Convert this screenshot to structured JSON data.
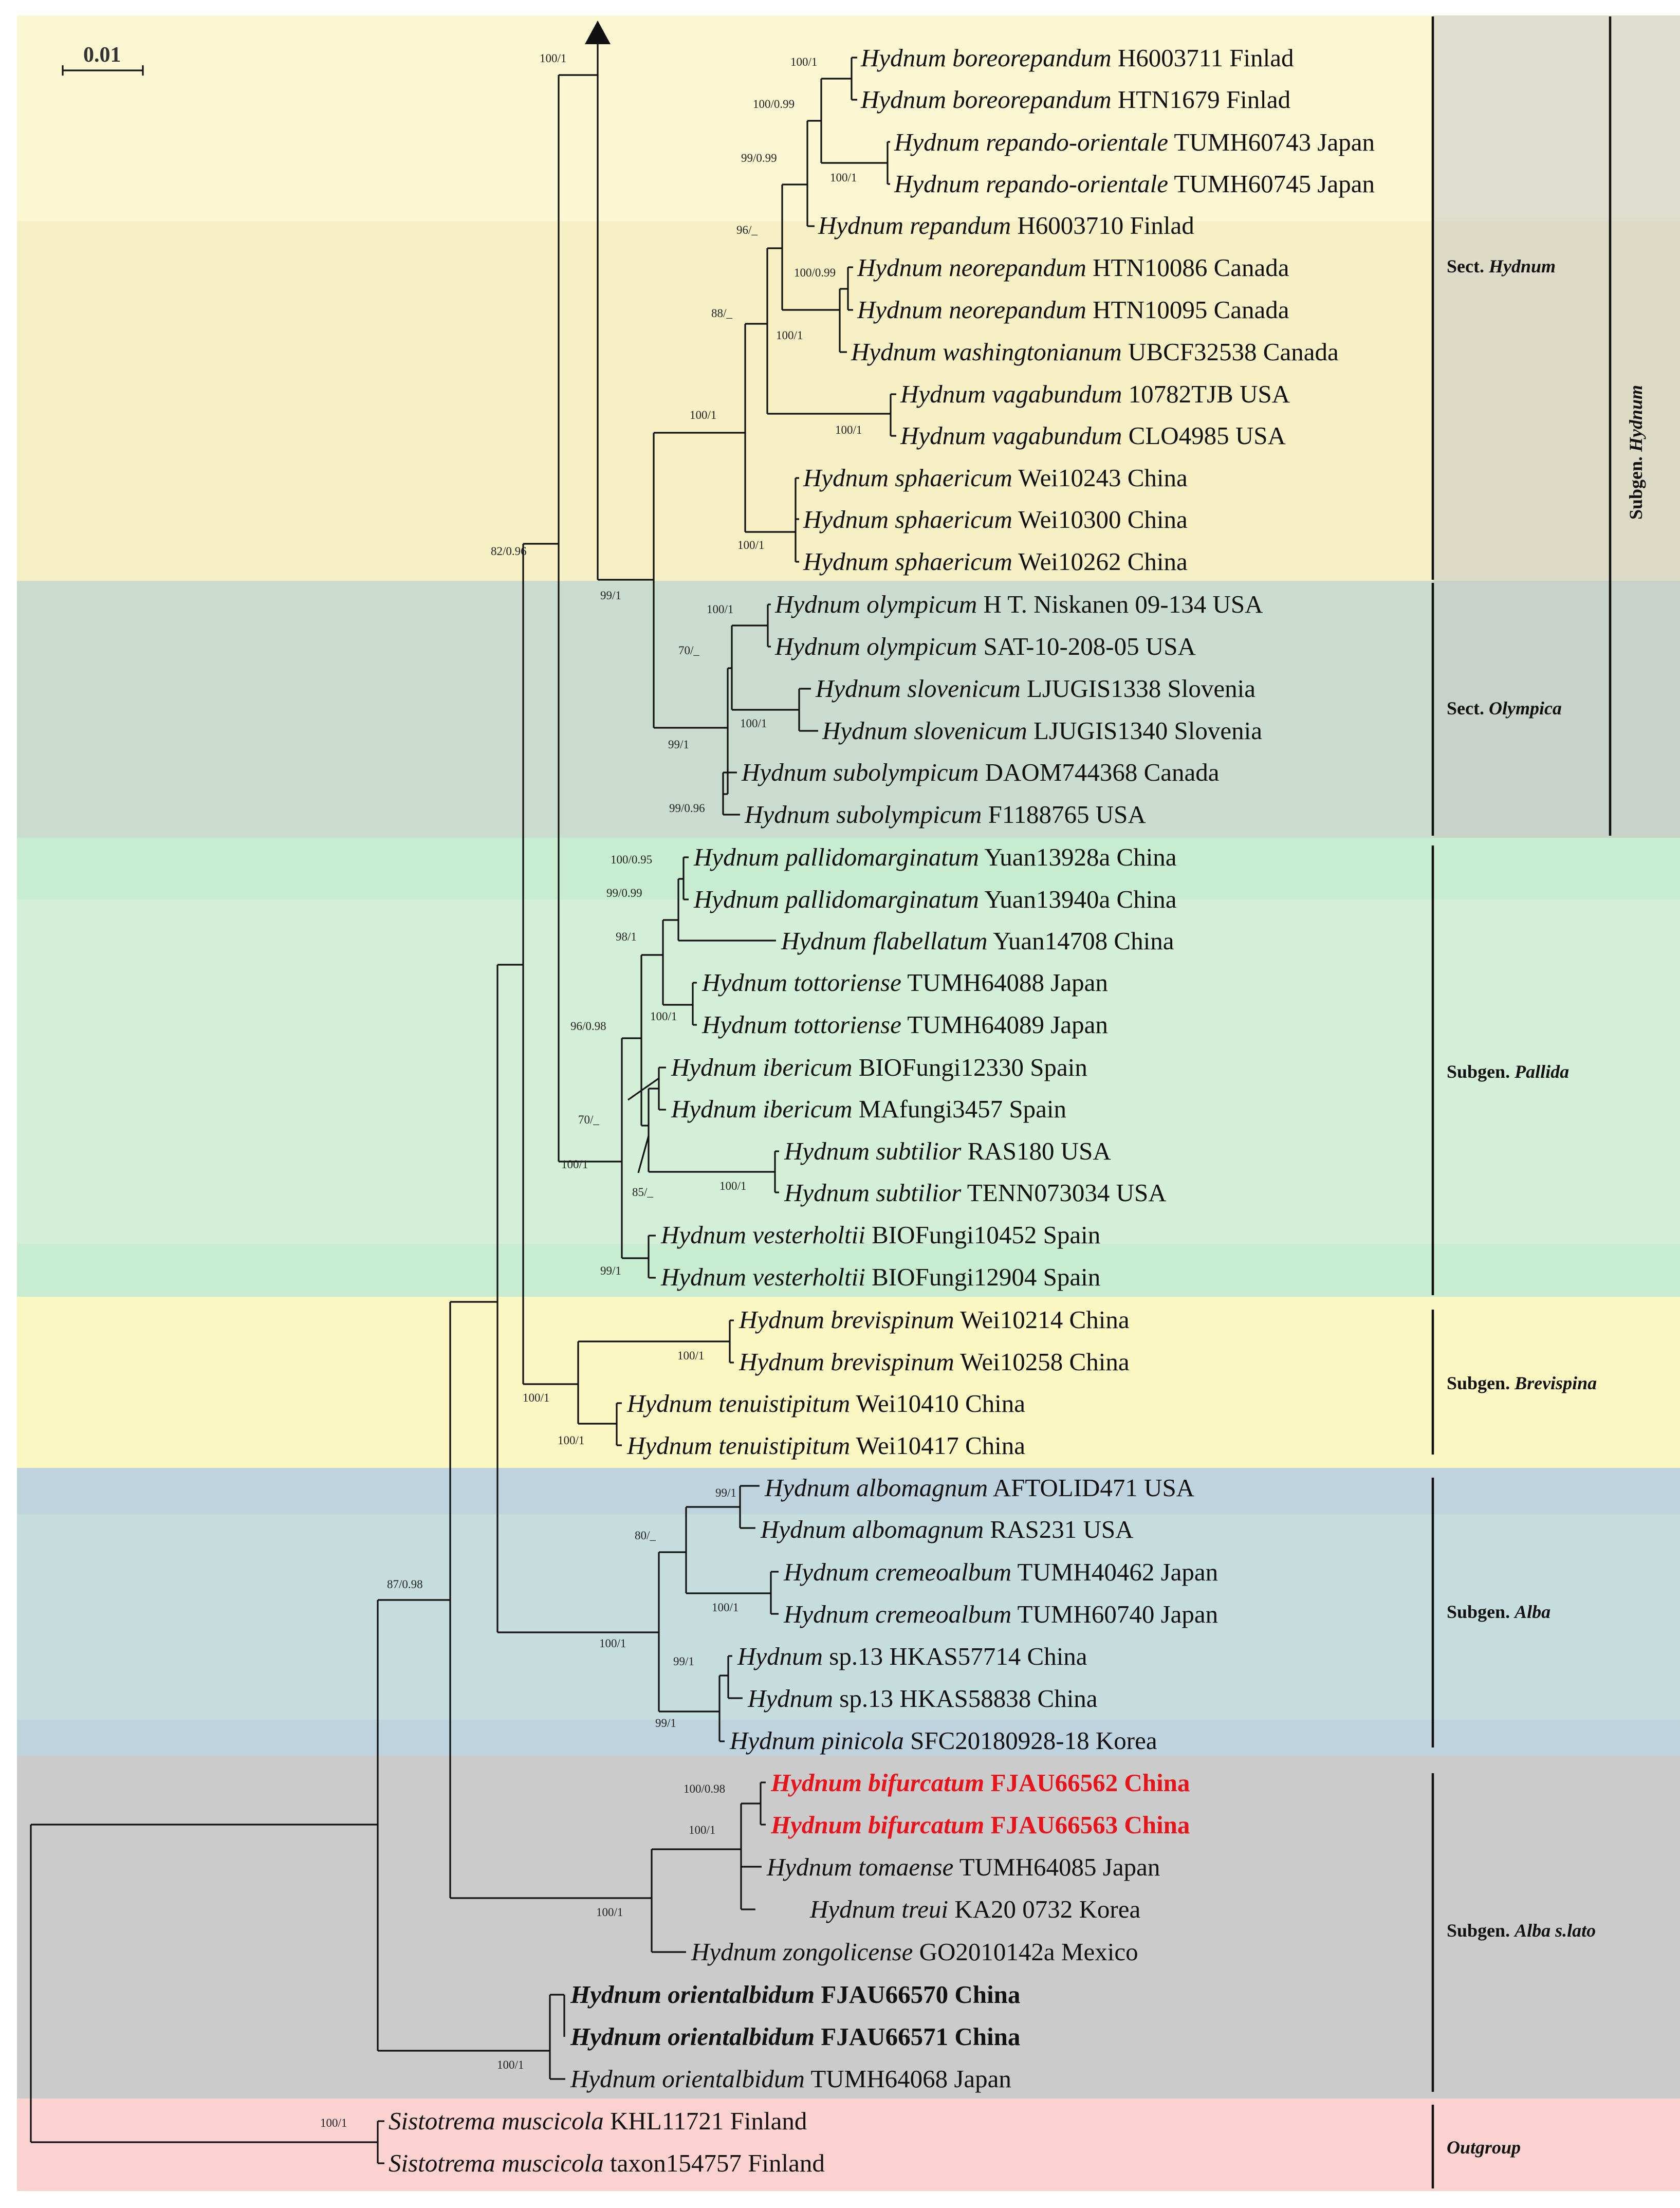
{
  "scale_bar": {
    "label": "0.01"
  },
  "taxa": [
    {
      "id": "t1",
      "genus": "Hydnum",
      "epithet": "boreorepandum",
      "voucher": "H6003711 Finlad"
    },
    {
      "id": "t2",
      "genus": "Hydnum",
      "epithet": "boreorepandum",
      "voucher": "HTN1679 Finlad"
    },
    {
      "id": "t3",
      "genus": "Hydnum",
      "epithet": "repando-orientale",
      "voucher": "TUMH60743 Japan"
    },
    {
      "id": "t4",
      "genus": "Hydnum",
      "epithet": "repando-orientale",
      "voucher": "TUMH60745 Japan"
    },
    {
      "id": "t5",
      "genus": "Hydnum",
      "epithet": "repandum",
      "voucher": "H6003710 Finlad"
    },
    {
      "id": "t6",
      "genus": "Hydnum",
      "epithet": "neorepandum",
      "voucher": "HTN10086 Canada"
    },
    {
      "id": "t7",
      "genus": "Hydnum",
      "epithet": "neorepandum",
      "voucher": "HTN10095 Canada"
    },
    {
      "id": "t8",
      "genus": "Hydnum",
      "epithet": "washingtonianum",
      "voucher": "UBCF32538 Canada"
    },
    {
      "id": "t9",
      "genus": "Hydnum",
      "epithet": "vagabundum",
      "voucher": "10782TJB USA"
    },
    {
      "id": "t10",
      "genus": "Hydnum",
      "epithet": "vagabundum",
      "voucher": "CLO4985 USA"
    },
    {
      "id": "t11",
      "genus": "Hydnum",
      "epithet": "sphaericum",
      "voucher": "Wei10243 China"
    },
    {
      "id": "t12",
      "genus": "Hydnum",
      "epithet": "sphaericum",
      "voucher": "Wei10300 China"
    },
    {
      "id": "t13",
      "genus": "Hydnum",
      "epithet": "sphaericum",
      "voucher": "Wei10262 China"
    },
    {
      "id": "t14",
      "genus": "Hydnum",
      "epithet": "olympicum",
      "voucher": "H T. Niskanen 09-134 USA"
    },
    {
      "id": "t15",
      "genus": "Hydnum",
      "epithet": "olympicum",
      "voucher": "SAT-10-208-05 USA"
    },
    {
      "id": "t16",
      "genus": "Hydnum",
      "epithet": "slovenicum",
      "voucher": "LJUGIS1338 Slovenia"
    },
    {
      "id": "t17",
      "genus": "Hydnum",
      "epithet": "slovenicum",
      "voucher": "LJUGIS1340 Slovenia"
    },
    {
      "id": "t18",
      "genus": "Hydnum",
      "epithet": "subolympicum",
      "voucher": "DAOM744368 Canada"
    },
    {
      "id": "t19",
      "genus": "Hydnum",
      "epithet": "subolympicum",
      "voucher": "F1188765 USA"
    },
    {
      "id": "t20",
      "genus": "Hydnum",
      "epithet": "pallidomarginatum",
      "voucher": "Yuan13928a China"
    },
    {
      "id": "t21",
      "genus": "Hydnum",
      "epithet": "pallidomarginatum",
      "voucher": "Yuan13940a China"
    },
    {
      "id": "t22",
      "genus": "Hydnum",
      "epithet": "flabellatum",
      "voucher": "Yuan14708 China"
    },
    {
      "id": "t23",
      "genus": "Hydnum",
      "epithet": "tottoriense",
      "voucher": "TUMH64088 Japan"
    },
    {
      "id": "t24",
      "genus": "Hydnum",
      "epithet": "tottoriense",
      "voucher": "TUMH64089 Japan"
    },
    {
      "id": "t25",
      "genus": "Hydnum",
      "epithet": "ibericum",
      "voucher": "BIOFungi12330 Spain"
    },
    {
      "id": "t26",
      "genus": "Hydnum",
      "epithet": "ibericum",
      "voucher": "MAfungi3457 Spain"
    },
    {
      "id": "t27",
      "genus": "Hydnum",
      "epithet": "subtilior",
      "voucher": "RAS180 USA"
    },
    {
      "id": "t28",
      "genus": "Hydnum",
      "epithet": "subtilior",
      "voucher": "TENN073034 USA"
    },
    {
      "id": "t29",
      "genus": "Hydnum",
      "epithet": "vesterholtii",
      "voucher": "BIOFungi10452 Spain"
    },
    {
      "id": "t30",
      "genus": "Hydnum",
      "epithet": "vesterholtii",
      "voucher": "BIOFungi12904 Spain"
    },
    {
      "id": "t31",
      "genus": "Hydnum",
      "epithet": "brevispinum",
      "voucher": "Wei10214 China"
    },
    {
      "id": "t32",
      "genus": "Hydnum",
      "epithet": "brevispinum",
      "voucher": "Wei10258 China"
    },
    {
      "id": "t33",
      "genus": "Hydnum",
      "epithet": "tenuistipitum",
      "voucher": "Wei10410 China"
    },
    {
      "id": "t34",
      "genus": "Hydnum",
      "epithet": "tenuistipitum",
      "voucher": "Wei10417 China"
    },
    {
      "id": "t35",
      "genus": "Hydnum",
      "epithet": "albomagnum",
      "voucher": "AFTOLID471 USA"
    },
    {
      "id": "t36",
      "genus": "Hydnum",
      "epithet": "albomagnum",
      "voucher": "RAS231 USA"
    },
    {
      "id": "t37",
      "genus": "Hydnum",
      "epithet": "cremeoalbum",
      "voucher": "TUMH40462 Japan"
    },
    {
      "id": "t38",
      "genus": "Hydnum",
      "epithet": "cremeoalbum",
      "voucher": "TUMH60740 Japan"
    },
    {
      "id": "t39",
      "genus": "Hydnum",
      "epithet": "",
      "voucher": "sp.13 HKAS57714 China"
    },
    {
      "id": "t40",
      "genus": "Hydnum",
      "epithet": "",
      "voucher": "sp.13 HKAS58838 China"
    },
    {
      "id": "t41",
      "genus": "Hydnum",
      "epithet": "pinicola",
      "voucher": "SFC20180928-18 Korea"
    },
    {
      "id": "t42",
      "genus": "Hydnum",
      "epithet": "bifurcatum",
      "voucher": "FJAU66562 China",
      "style": "highlight"
    },
    {
      "id": "t43",
      "genus": "Hydnum",
      "epithet": "bifurcatum",
      "voucher": "FJAU66563 China",
      "style": "highlight"
    },
    {
      "id": "t44",
      "genus": "Hydnum",
      "epithet": "tomaense",
      "voucher": "TUMH64085 Japan"
    },
    {
      "id": "t45",
      "genus": "Hydnum",
      "epithet": "treui",
      "voucher": "KA20 0732 Korea"
    },
    {
      "id": "t46",
      "genus": "Hydnum",
      "epithet": "zongolicense",
      "voucher": "GO2010142a Mexico"
    },
    {
      "id": "t47",
      "genus": "Hydnum",
      "epithet": "orientalbidum",
      "voucher": "FJAU66570 China",
      "style": "bold"
    },
    {
      "id": "t48",
      "genus": "Hydnum",
      "epithet": "orientalbidum",
      "voucher": "FJAU66571 China",
      "style": "bold"
    },
    {
      "id": "t49",
      "genus": "Hydnum",
      "epithet": "orientalbidum",
      "voucher": "TUMH64068 Japan"
    },
    {
      "id": "t50",
      "genus": "Sistotrema",
      "epithet": "muscicola",
      "voucher": "KHL11721 Finland"
    },
    {
      "id": "t51",
      "genus": "Sistotrema",
      "epithet": "muscicola",
      "voucher": "taxon154757 Finland"
    }
  ],
  "support_values": [
    "100/1",
    "100/1",
    "100/0.99",
    "99/0.99",
    "100/1",
    "96/_",
    "100/0.99",
    "100/1",
    "88/_",
    "100/1",
    "100/1",
    "100/1",
    "82/0.96",
    "99/1",
    "100/1",
    "70/_",
    "100/1",
    "99/1",
    "99/0.96",
    "100/0.95",
    "99/0.99",
    "98/1",
    "100/1",
    "96/0.98",
    "70/_",
    "100/1",
    "100/1",
    "85/_",
    "99/1",
    "100/1",
    "100/1",
    "100/1",
    "99/1",
    "80/_",
    "100/1",
    "100/1",
    "99/1",
    "99/1",
    "87/0.98",
    "100/0.98",
    "100/1",
    "100/1",
    "100/1",
    "100/1"
  ],
  "groups": [
    {
      "prefix": "Sect. ",
      "name": "Hydnum",
      "color": "#f7f0c4"
    },
    {
      "prefix": "Sect. ",
      "name": "Olympica",
      "color": "#c9dccf"
    },
    {
      "prefix": "Subgen. ",
      "name": "Pallida",
      "color": "#c7ecd0"
    },
    {
      "prefix": "Subgen. ",
      "name": "Brevispina",
      "color": "#fbf7c3"
    },
    {
      "prefix": "Subgen. ",
      "name": "Alba",
      "color": "#c2d9dc"
    },
    {
      "prefix": "Subgen. ",
      "name": "Alba s.lato",
      "color": "#cbcbcb"
    },
    {
      "prefix": "",
      "name": "Outgroup",
      "color": "#fbd2d0"
    }
  ],
  "outer_label": {
    "prefix": "Subgen. ",
    "name": "Hydnum"
  },
  "colors": {
    "highlight": "#e8141c",
    "line": "#111111"
  }
}
